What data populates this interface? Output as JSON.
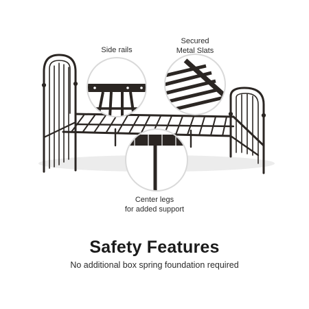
{
  "callouts": {
    "side_rails": "Side rails",
    "secured_slats_line1": "Secured",
    "secured_slats_line2": "Metal Slats",
    "center_legs_line1": "Center legs",
    "center_legs_line2": "for added support"
  },
  "heading": "Safety Features",
  "subheading": "No additional box spring foundation required",
  "colors": {
    "frame": "#2b2623",
    "background": "#ffffff",
    "shadow": "#e6e6e6",
    "zoom_ring": "#d9d9d9"
  },
  "icons": [
    "bed-frame-image",
    "side-rails-zoom",
    "metal-slats-zoom",
    "center-legs-zoom"
  ]
}
